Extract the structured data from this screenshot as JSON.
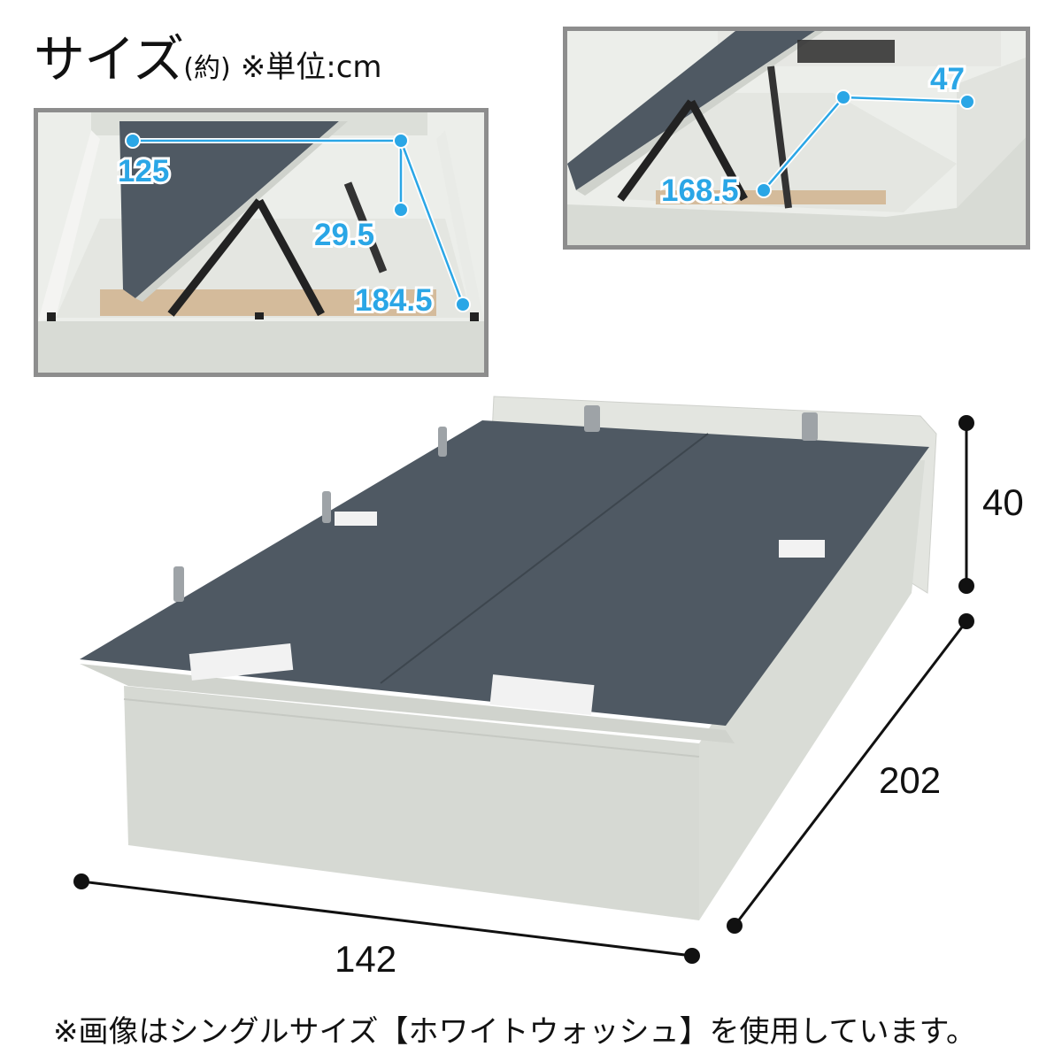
{
  "title": {
    "main": "サイズ",
    "sub": "(約)",
    "unit": "※単位:cm"
  },
  "left_inset": {
    "labels": {
      "width_inner": "125",
      "head_depth": "29.5",
      "length_inner": "184.5"
    }
  },
  "right_inset": {
    "labels": {
      "head_width": "47",
      "storage_length": "168.5"
    }
  },
  "main_dimensions": {
    "height": "40",
    "length": "202",
    "width": "142"
  },
  "colors": {
    "accent": "#2aa6e6",
    "board": "#4f5963",
    "frame": "#d9dbd6",
    "dim_line": "#111111"
  },
  "footnote": "※画像はシングルサイズ【ホワイトウォッシュ】を使用しています。"
}
